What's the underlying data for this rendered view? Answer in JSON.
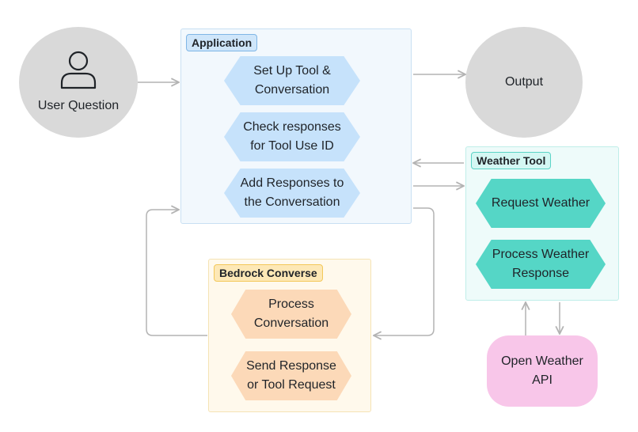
{
  "user_question": {
    "label": "User Question",
    "icon": "user-icon"
  },
  "output": {
    "label": "Output"
  },
  "application": {
    "tag": "Application",
    "steps": [
      "Set Up Tool &\nConversation",
      "Check responses\nfor Tool Use ID",
      "Add Responses to\nthe Conversation"
    ]
  },
  "weather_tool": {
    "tag": "Weather Tool",
    "steps": [
      "Request Weather",
      "Process Weather\nResponse"
    ]
  },
  "bedrock_converse": {
    "tag": "Bedrock Converse",
    "steps": [
      "Process\nConversation",
      "Send Response\nor Tool Request"
    ]
  },
  "open_weather_api": {
    "label": "Open Weather\nAPI"
  },
  "colors": {
    "arrow": "#b3b3b3",
    "circle": "#d9d9d9",
    "application": "#c6e2fb",
    "weather_tool": "#55d6c6",
    "bedrock_converse": "#fcd9b8",
    "api": "#f8c6e9"
  }
}
